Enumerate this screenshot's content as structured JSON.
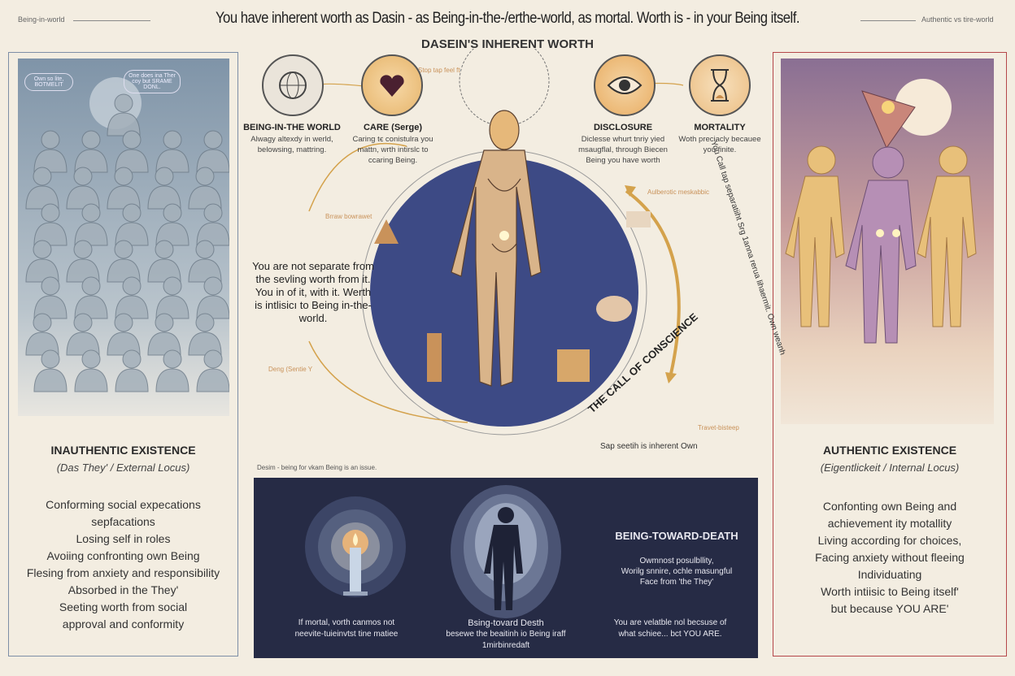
{
  "header": {
    "left_label": "Being-in-world",
    "title": "You have inherent worth as Dasin - as Being-in-the-/erthe-world, as mortal. Worth is - in your Being itself.",
    "right_label": "Authentic vs tire-world",
    "subtitle": "DASEIN'S INHERENT WORTH"
  },
  "left_panel": {
    "bubbles": [
      "Own so lite, BOTMELIT",
      "One does ina Ther coy but SRAME DONL."
    ],
    "heading": "INAUTHENTIC EXISTENCE",
    "subheading": "(Das They' / External Locus)",
    "items": [
      "Conforming social expecations",
      "sepfacations",
      "Losing self in roles",
      "Avoiing confronting own Being",
      "Flesing from anxiety and responsibility",
      "Absorbed in the They'",
      "Seeting worth from social",
      "approval and conformity"
    ],
    "border_color": "#7d8ea6"
  },
  "right_panel": {
    "heading": "AUTHENTIC EXISTENCE",
    "subheading": "(Eigentlickeit / Internal Locus)",
    "items": [
      "Confonting own Being and",
      "achievement ity motallity",
      "Living according for choices,",
      "Facing anxiety without fleeing",
      "Individuating",
      "Worth intiisic to Being itself'",
      "but because YOU ARE'"
    ],
    "border_color": "#b5474a"
  },
  "concepts": [
    {
      "icon": "globe-icon",
      "label": "BEING-IN-THE WORLD",
      "desc": "Alwagy altexdy in werld, belowsing, mattring."
    },
    {
      "icon": "heart-icon",
      "label": "CARE (Serge)",
      "desc": "Caring tꞓ conistulra you mattn, wrth intirslc to ccaring Being."
    },
    {
      "icon": "eye-icon",
      "label": "DISCLOSURE",
      "desc": "Diclesse whurt tnriy yied msaugflal, through Biecen Being you have worth"
    },
    {
      "icon": "hourglass-icon",
      "label": "MORTALITY",
      "desc": "Woth preciacly becauee you finite."
    }
  ],
  "center": {
    "top_note": "Stop tap feel ft",
    "left_text": "You are not separate from the sevling worth from it. You in of it, with it. Werth is intlisicı to Being in-the-world.",
    "note_left_top": "Brraw bowrawet",
    "note_left_bottom": "Deng (Sentie Y",
    "note_right_top": "Aulberotic meskabbic",
    "note_right_bottom": "Travet-bisteep",
    "arc_text": "You Call tap separatiiht Srg 1anna rerua lihaermit. Own weanh",
    "call_title": "THE CALL OF CONSCIENCE",
    "call_sub": "Sap seetih is inherent Own",
    "caption": "Desim - being for vkam Being is an issue."
  },
  "death_panel": {
    "heading": "BEING-TOWARD-DEATH",
    "desc": [
      "Owmnost posulbllity,",
      "Worilg snnire, ochle masungful",
      "Face from 'the They'"
    ],
    "candle_caption": [
      "If mortal, vorth canmos not",
      "neevite-tuieinvtst tine matiee"
    ],
    "figure_caption": [
      "Bsing-tovard Desth",
      "besewe the beaitinh io Being iraff",
      "1mirbinredaft"
    ],
    "right_caption": [
      "You are velatble nol becsuse of",
      "what schiee... bct YOU ARE."
    ]
  },
  "colors": {
    "background": "#f3ede1",
    "accent_gold": "#d4a24c",
    "globe": "#3d4a85",
    "dark_panel": "#262b45"
  }
}
